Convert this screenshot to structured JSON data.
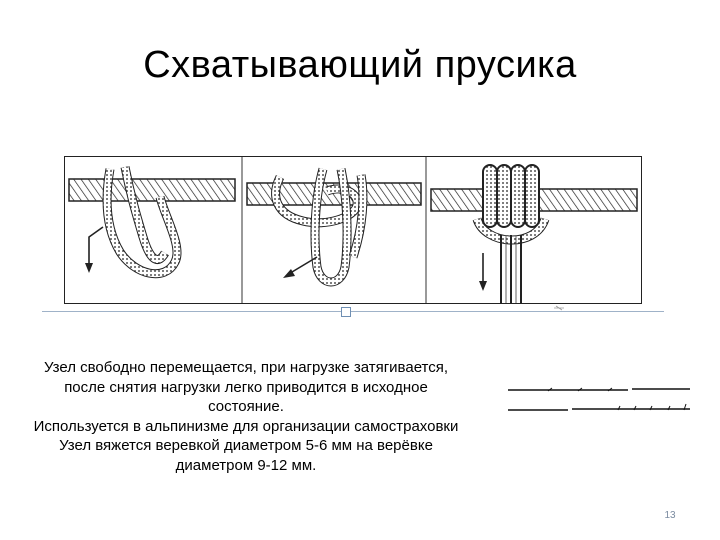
{
  "slide": {
    "title": "Схватывающий прусика",
    "page_number": "13",
    "figure": {
      "panels": [
        "step-1",
        "step-2",
        "step-3"
      ]
    },
    "body_lines": [
      "Узел свободно перемещается, при нагрузке затягивается,",
      "после снятия нагрузки легко приводится в исходное",
      "состояние.",
      "Используется в альпинизме для организации самостраховки",
      "Узел вяжется веревкой диаметром 5-6 мм на верёвке",
      "диаметром 9-12 мм."
    ],
    "colors": {
      "text": "#000000",
      "guide": "#9fb2c8",
      "page_number": "#7a8ba0"
    }
  }
}
